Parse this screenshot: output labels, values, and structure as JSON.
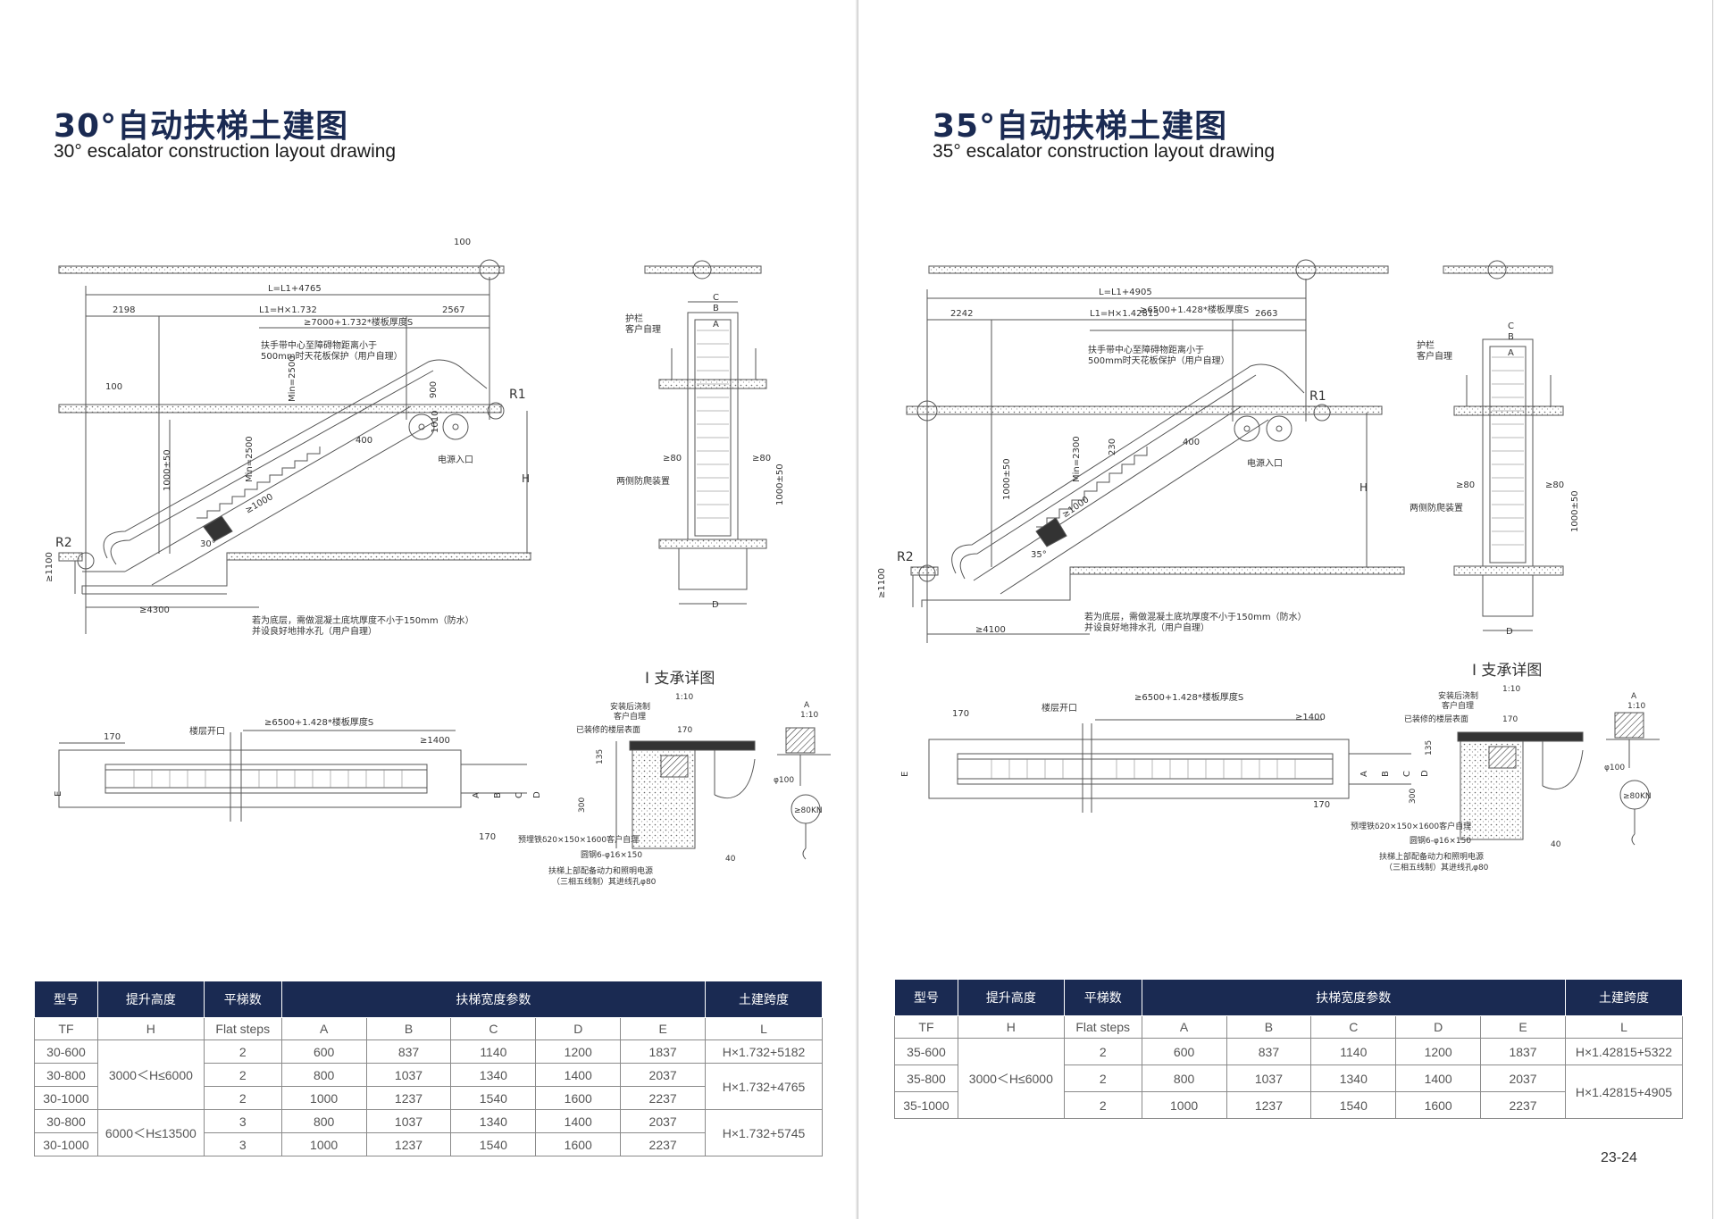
{
  "left": {
    "title_cn": "30°自动扶梯土建图",
    "title_en": "30° escalator construction layout drawing",
    "labels": {
      "d100": "100",
      "L": "L=L1+4765",
      "d2198": "2198",
      "L1": "L1=H×1.732",
      "d2567": "2567",
      "min_s": "≥7000+1.732*楼板厚度S",
      "note1a": "扶手带中心至障碍物距离小于",
      "note1b": "500mm时天花板保护（用户自理）",
      "d100b": "100",
      "R1": "R1",
      "s": "S",
      "min2500": "Min=2500",
      "d900": "900",
      "d1010": "1010",
      "d400": "400",
      "power": "电源入口",
      "H": "H",
      "d1000_50": "1000±50",
      "d1000": "≥1000",
      "R2": "R2",
      "d1100": "≥1100",
      "d4300": "≥4300",
      "pit_note1": "若为底层，需做混凝土底坑厚度不小于150mm（防水）",
      "pit_note2": "并设良好地排水孔（用户自理）",
      "angle": "30°",
      "guard": "护栏",
      "guard2": "客户自理",
      "C": "C",
      "B": "B",
      "A": "A",
      "ge80a": "≥80",
      "ge80b": "≥80",
      "anti": "两侧防爬装置",
      "d1000_50b": "1000±50",
      "D": "D",
      "support_title": "I 支承详图",
      "support_scale": "1:10",
      "floor_open": "楼层开口",
      "plan_min": "≥6500+1.428*楼板厚度S",
      "d170": "170",
      "d1400": "≥1400",
      "E": "E",
      "d170b": "170",
      "install": "安装后浇制",
      "install2": "客户自理",
      "finished": "已装修的楼层表面",
      "d170c": "170",
      "d135": "135",
      "d300": "300",
      "embed": "预埋铁δ20×150×1600客户自理",
      "steel": "圆钢6-φ16×150",
      "power_note1": "扶梯上部配备动力和照明电源",
      "power_note2": "（三相五线制）其进线孔φ80",
      "d40": "40",
      "dA": "A",
      "dA_scale": "1:10",
      "phi100": "φ100",
      "kn80": "≥80KN"
    },
    "table": {
      "headers": [
        "型号",
        "提升高度",
        "平梯数",
        "扶梯宽度参数",
        "土建跨度"
      ],
      "subheaders": [
        "TF",
        "H",
        "Flat steps",
        "A",
        "B",
        "C",
        "D",
        "E",
        "L"
      ],
      "rows": [
        [
          "30-600",
          "2",
          "600",
          "837",
          "1140",
          "1200",
          "1837"
        ],
        [
          "30-800",
          "2",
          "800",
          "1037",
          "1340",
          "1400",
          "2037"
        ],
        [
          "30-1000",
          "2",
          "1000",
          "1237",
          "1540",
          "1600",
          "2237"
        ],
        [
          "30-800",
          "3",
          "800",
          "1037",
          "1340",
          "1400",
          "2037"
        ],
        [
          "30-1000",
          "3",
          "1000",
          "1237",
          "1540",
          "1600",
          "2237"
        ]
      ],
      "lift_groups": [
        "3000＜H≤6000",
        "6000＜H≤13500"
      ],
      "span_groups": [
        "H×1.732+5182",
        "H×1.732+4765",
        "H×1.732+5745"
      ]
    }
  },
  "right": {
    "title_cn": "35°自动扶梯土建图",
    "title_en": "35° escalator construction layout drawing",
    "labels": {
      "L": "L=L1+4905",
      "d2242": "2242",
      "L1": "L1=H×1.42815",
      "d2663": "2663",
      "min_s": "≥6500+1.428*楼板厚度S",
      "note1a": "扶手带中心至障碍物距离小于",
      "note1b": "500mm时天花板保护（用户自理）",
      "R1": "R1",
      "s": "S",
      "min2300": "Min=2300",
      "d230": "230",
      "d400": "400",
      "power": "电源入口",
      "H": "H",
      "d1000_50": "1000±50",
      "d1000": "≥1000",
      "R2": "R2",
      "d1100": "≥1100",
      "d4100": "≥4100",
      "pit_note1": "若为底层，需做混凝土底坑厚度不小于150mm（防水）",
      "pit_note2": "并设良好地排水孔（用户自理）",
      "angle": "35°",
      "guard": "护栏",
      "guard2": "客户自理",
      "C": "C",
      "B": "B",
      "A": "A",
      "ge80a": "≥80",
      "ge80b": "≥80",
      "anti": "两侧防爬装置",
      "d1000_50b": "1000±50",
      "D": "D",
      "support_title": "I 支承详图",
      "support_scale": "1:10",
      "floor_open": "楼层开口",
      "plan_min": "≥6500+1.428*楼板厚度S",
      "d170": "170",
      "d1400": "≥1400",
      "E": "E",
      "d170b": "170",
      "install": "安装后浇制",
      "install2": "客户自理",
      "finished": "已装修的楼层表面",
      "d170c": "170",
      "d135": "135",
      "d300": "300",
      "embed": "预埋铁δ20×150×1600客户自理",
      "steel": "圆钢6-φ16×150",
      "power_note1": "扶梯上部配备动力和照明电源",
      "power_note2": "（三相五线制）其进线孔φ80",
      "d40": "40",
      "dA": "A",
      "dA_scale": "1:10",
      "phi100": "φ100",
      "kn80": "≥80KN"
    },
    "table": {
      "headers": [
        "型号",
        "提升高度",
        "平梯数",
        "扶梯宽度参数",
        "土建跨度"
      ],
      "subheaders": [
        "TF",
        "H",
        "Flat steps",
        "A",
        "B",
        "C",
        "D",
        "E",
        "L"
      ],
      "rows": [
        [
          "35-600",
          "2",
          "600",
          "837",
          "1140",
          "1200",
          "1837"
        ],
        [
          "35-800",
          "2",
          "800",
          "1037",
          "1340",
          "1400",
          "2037"
        ],
        [
          "35-1000",
          "2",
          "1000",
          "1237",
          "1540",
          "1600",
          "2237"
        ]
      ],
      "lift_groups": [
        "3000＜H≤6000"
      ],
      "span_groups": [
        "H×1.42815+5322",
        "H×1.42815+4905"
      ]
    },
    "page_number": "23-24"
  }
}
